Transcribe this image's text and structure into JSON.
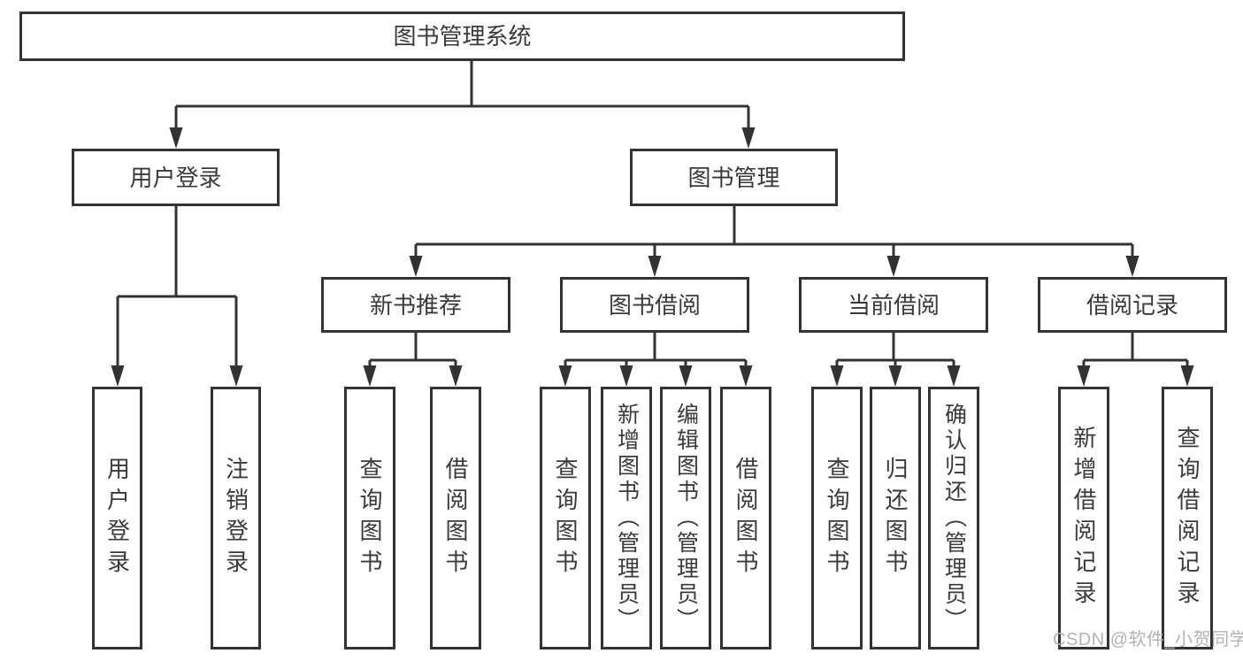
{
  "diagram": {
    "tree": {
      "root": {
        "label": "图书管理系统"
      },
      "level1": [
        {
          "label": "用户登录",
          "children": [
            {
              "label": "用户登录"
            },
            {
              "label": "注销登录"
            }
          ]
        },
        {
          "label": "图书管理",
          "children": [
            {
              "label": "新书推荐",
              "children": [
                {
                  "label": "查询图书"
                },
                {
                  "label": "借阅图书"
                }
              ]
            },
            {
              "label": "图书借阅",
              "children": [
                {
                  "label": "查询图书"
                },
                {
                  "label": "新增图书（管理员）"
                },
                {
                  "label": "编辑图书（管理员）"
                },
                {
                  "label": "借阅图书"
                }
              ]
            },
            {
              "label": "当前借阅",
              "children": [
                {
                  "label": "查询图书"
                },
                {
                  "label": "归还图书"
                },
                {
                  "label": "确认归还（管理员）"
                }
              ]
            },
            {
              "label": "借阅记录",
              "children": [
                {
                  "label": "新增借阅记录"
                },
                {
                  "label": "查询借阅记录"
                }
              ]
            }
          ]
        }
      ]
    },
    "watermark": "CSDN @软件_小贺同学",
    "colors": {
      "line": "#333333",
      "text": "#3a3a3a",
      "watermark": "#b3b3b3",
      "background": "#ffffff"
    }
  }
}
